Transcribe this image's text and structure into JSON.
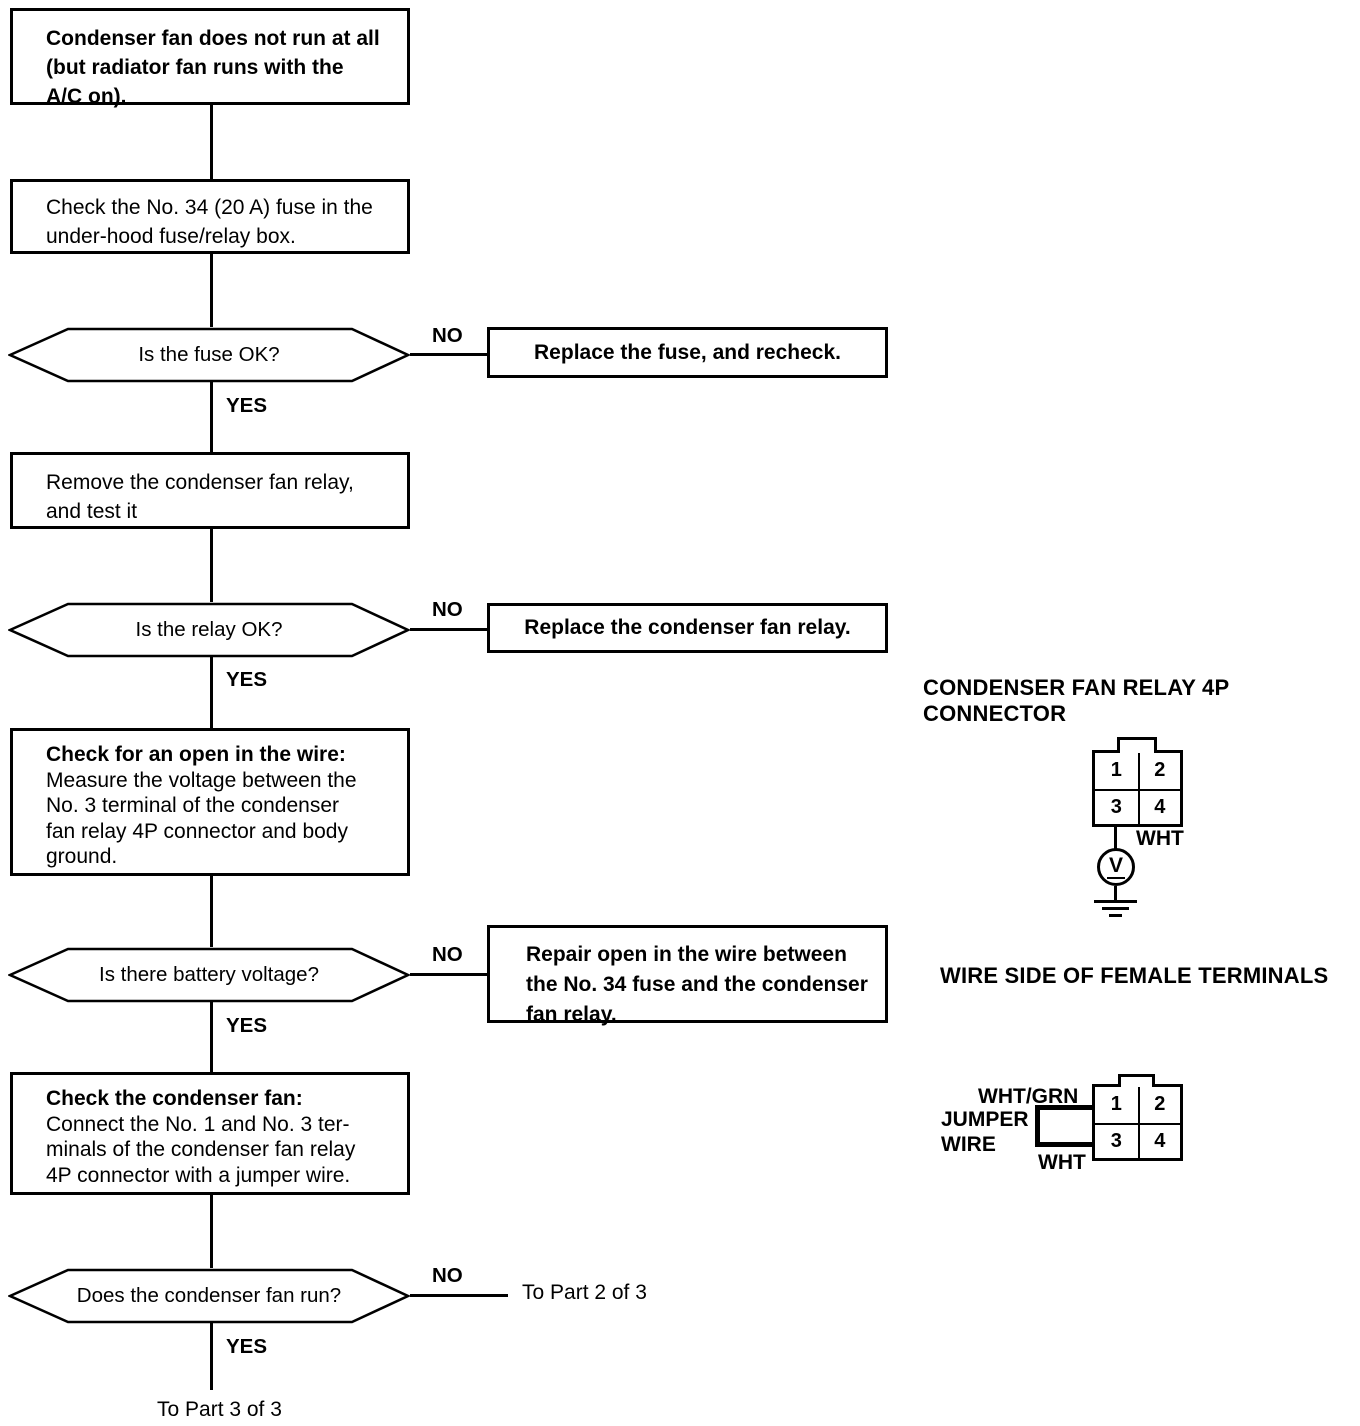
{
  "labels": {
    "yes": "YES",
    "no": "NO"
  },
  "flow": {
    "start": "Condenser fan does not run at all\n(but radiator fan runs with the\nA/C on).",
    "check_fuse": "Check the No. 34 (20 A) fuse in the\nunder-hood fuse/relay box.",
    "q_fuse": "Is the fuse OK?",
    "replace_fuse": "Replace the fuse, and recheck.",
    "remove_relay": "Remove the condenser fan relay,\nand test it",
    "q_relay": "Is the relay OK?",
    "replace_relay": "Replace the condenser fan relay.",
    "check_wire": {
      "title": "Check for an open in the wire:",
      "body": "Measure the voltage between the\nNo. 3 terminal of the condenser\nfan relay 4P connector and body\nground."
    },
    "q_voltage": "Is there battery voltage?",
    "repair_open": "Repair open in the wire between\nthe No. 34 fuse and the condenser\nfan relay.",
    "check_fan": {
      "title": "Check the condenser fan:",
      "body": "Connect the No. 1 and No. 3 ter-\nminals of the condenser fan relay\n4P connector with a jumper wire."
    },
    "q_fan": "Does the condenser fan run?",
    "to_part2": "To Part 2 of 3",
    "to_part3": "To Part 3 of 3"
  },
  "connector_voltage": {
    "title": "CONDENSER FAN RELAY 4P CONNECTOR",
    "pins": [
      "1",
      "2",
      "3",
      "4"
    ],
    "wire_color": "WHT",
    "meter_symbol": "V"
  },
  "connector_jumper": {
    "title": "WIRE SIDE OF FEMALE TERMINALS",
    "pins": [
      "1",
      "2",
      "3",
      "4"
    ],
    "wire_color_top": "WHT/GRN",
    "jumper_label_line1": "JUMPER",
    "jumper_label_line2": "WIRE",
    "wire_color_bottom": "WHT"
  },
  "colors": {
    "ink": "#000000",
    "paper": "#ffffff"
  }
}
